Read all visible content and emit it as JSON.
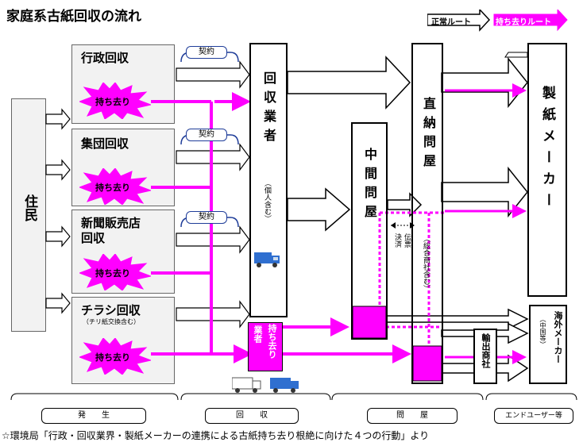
{
  "title": "家庭系古紙回収の流れ",
  "legend": {
    "normal": "正常ルート",
    "removal": "持ち去りルート"
  },
  "resident": "住民",
  "sources": [
    {
      "label": "行政回収",
      "contract": "契約"
    },
    {
      "label": "集団回収",
      "contract": "契約"
    },
    {
      "label": "新聞販売店\n回収",
      "contract": "契約"
    },
    {
      "label": "チラシ回収",
      "sub": "（チリ紙交換含む）"
    }
  ],
  "removal_burst": "持ち去り",
  "collector": {
    "label": "回収業者",
    "sub": "（個人含む）"
  },
  "removal_collector": {
    "a": "業者",
    "b": "持ち去り"
  },
  "middle": "中間問屋",
  "direct": {
    "label": "直納問屋",
    "sub": "（総合商社含む）"
  },
  "settle": {
    "a": "伝票",
    "b": "決済"
  },
  "export": "輸出商社",
  "maker": "製紙メーカー",
  "overseas": {
    "label": "海外メーカー",
    "sub": "（中国等）"
  },
  "stages": [
    "発　　生",
    "回　　収",
    "問　　屋",
    "エンドユーザー等"
  ],
  "source_note": "☆環境局「行政・回収業界・製紙メーカーの連携による古紙持ち去り根絶に向けた４つの行動」より",
  "colors": {
    "removal": "#ff00ff",
    "normal": "#000000"
  }
}
